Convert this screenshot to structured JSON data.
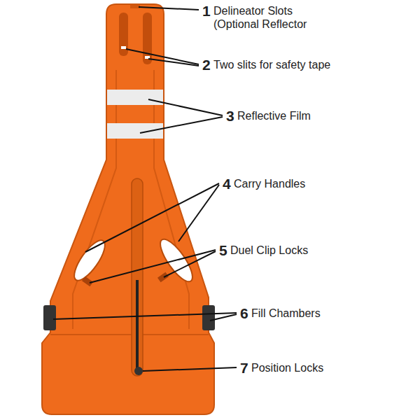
{
  "diagram": {
    "labels": [
      "1",
      "Delineator Slots (Optional Reflector",
      "2",
      "Two slits for safety tape",
      "3",
      "Reflective Film",
      "4",
      "Carry Handles",
      "5",
      "Duel Clip Locks",
      "6",
      "Fill Chambers",
      "7",
      "Position Locks"
    ]
  }
}
